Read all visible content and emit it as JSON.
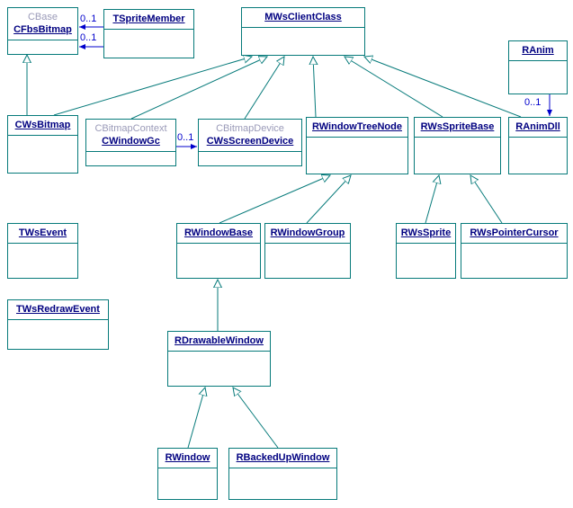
{
  "classes": {
    "cfbsbitmap": {
      "base": "CBase",
      "name": "CFbsBitmap"
    },
    "tspritemember": {
      "name": "TSpriteMember"
    },
    "mwsclientclass": {
      "name": "MWsClientClass"
    },
    "ranim": {
      "name": "RAnim"
    },
    "cwsbitmap": {
      "name": "CWsBitmap"
    },
    "cwindowgc": {
      "base": "CBitmapContext",
      "name": "CWindowGc"
    },
    "cwsscreendevice": {
      "base": "CBitmapDevice",
      "name": "CWsScreenDevice"
    },
    "rwindowtreenode": {
      "name": "RWindowTreeNode"
    },
    "rwsspritebase": {
      "name": "RWsSpriteBase"
    },
    "ranimdll": {
      "name": "RAnimDll"
    },
    "twsevent": {
      "name": "TWsEvent"
    },
    "rwindowbase": {
      "name": "RWindowBase"
    },
    "rwindowgroup": {
      "name": "RWindowGroup"
    },
    "rwssprite": {
      "name": "RWsSprite"
    },
    "rwspointercursor": {
      "name": "RWsPointerCursor"
    },
    "twsredrawevent": {
      "name": "TWsRedrawEvent"
    },
    "rdrawablewindow": {
      "name": "RDrawableWindow"
    },
    "rwindow": {
      "name": "RWindow"
    },
    "rbackedupwindow": {
      "name": "RBackedUpWindow"
    }
  },
  "multiplicities": {
    "sprite_bitmap": "0..1",
    "sprite_mask": "0..1",
    "gc_device": "0..1",
    "anim_dll": "0..1"
  },
  "colors": {
    "box_border": "#067a7a",
    "class_link": "#000080",
    "base_class_text": "#9a9ab8",
    "association": "#0000cc"
  }
}
